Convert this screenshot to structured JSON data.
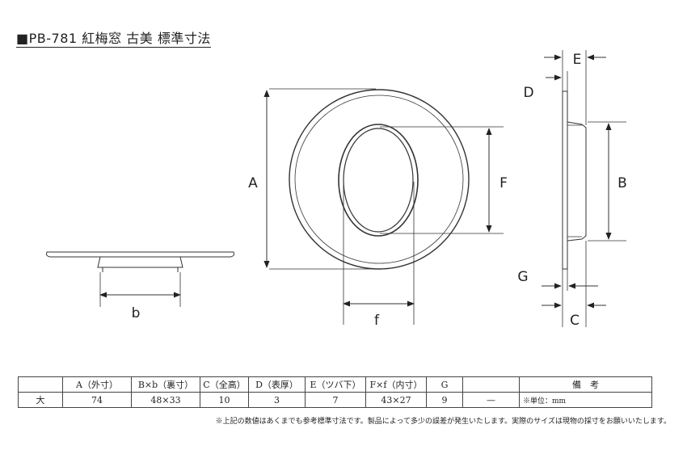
{
  "title": "■PB-781 紅梅窓 古美 標準寸法",
  "labels": {
    "A": "A",
    "B": "B",
    "b": "b",
    "C": "C",
    "D": "D",
    "E": "E",
    "F": "F",
    "f": "f",
    "G": "G"
  },
  "table": {
    "headers": [
      "",
      "A（外寸）",
      "B×b（裏寸）",
      "C（全高）",
      "D（表厚）",
      "E（ツバ下）",
      "F×f（内寸）",
      "G",
      "",
      "備　考"
    ],
    "row": [
      "大",
      "74",
      "48×33",
      "10",
      "3",
      "7",
      "43×27",
      "9",
      "—",
      "※単位：mm"
    ]
  },
  "footnote": "※上記の数値はあくまでも参考標準寸法です。製品によって多少の誤差が発生いたします。実際のサイズは現物の採寸をお願いいたします。"
}
